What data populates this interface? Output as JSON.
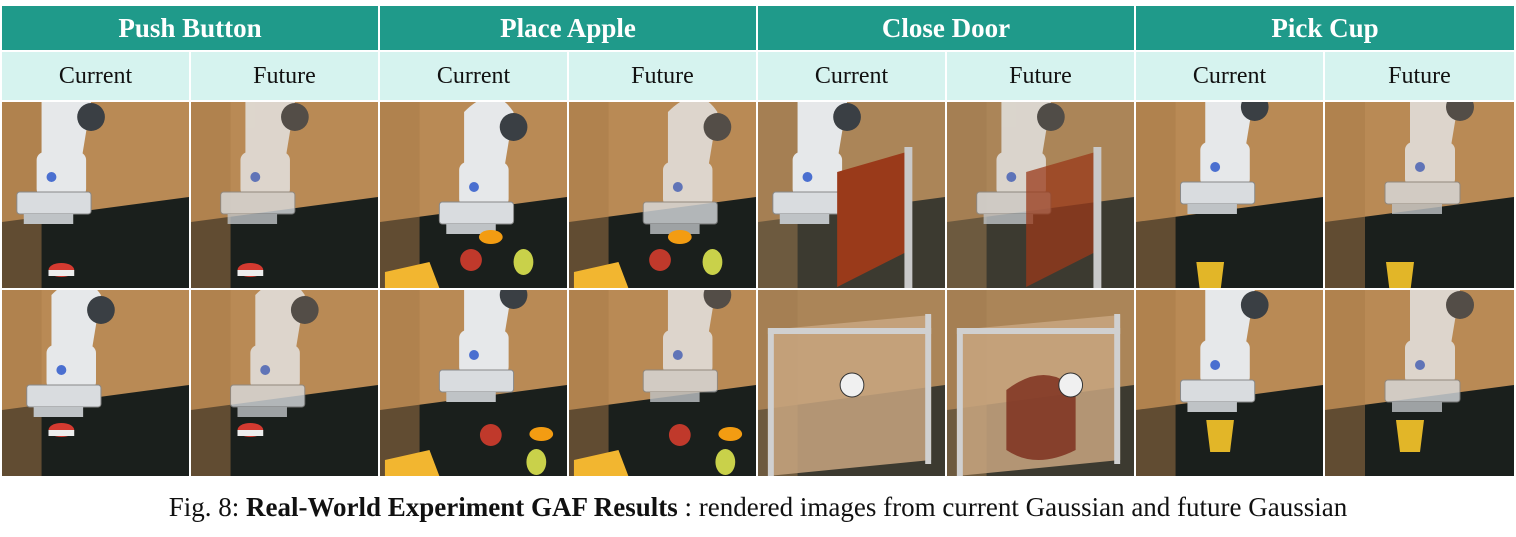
{
  "tasks": [
    {
      "title": "Push Button",
      "object": "button"
    },
    {
      "title": "Place Apple",
      "object": "apple"
    },
    {
      "title": "Close Door",
      "object": "door"
    },
    {
      "title": "Pick Cup",
      "object": "cup"
    }
  ],
  "subheaders": {
    "current": "Current",
    "future": "Future"
  },
  "caption": {
    "prefix": "Fig. 8:",
    "bold": "Real-World Experiment GAF Results",
    "rest": ": rendered images from current Gaussian and future Gaussian"
  },
  "colors": {
    "header_bg": "#1f9a8a",
    "subheader_bg": "#d6f3ef",
    "wall": "#b98a55",
    "floor": "#1a1f1c",
    "robot": "#e6e8ea"
  }
}
